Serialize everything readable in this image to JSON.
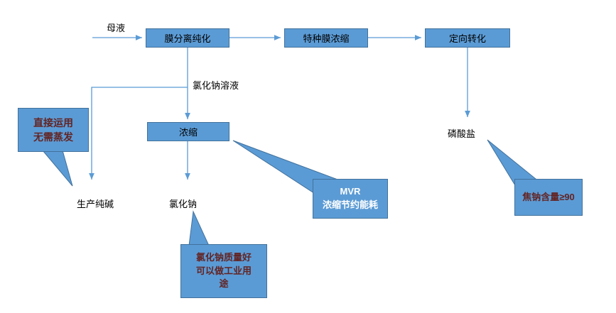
{
  "colors": {
    "box_fill": "#5b9bd5",
    "box_border": "#41719c",
    "line": "#5b9bd5",
    "node_text": "#000000",
    "callout_text_dark": "#632423",
    "callout_text_light": "#ffffff"
  },
  "nodes": {
    "mother_liquor": "母液",
    "membrane_separation": "膜分离纯化",
    "special_membrane": "特种膜浓缩",
    "directed_conversion": "定向转化",
    "nacl_solution": "氯化钠溶液",
    "concentration": "浓缩",
    "phosphate": "磷酸盐",
    "soda_ash": "生产纯碱",
    "nacl": "氯化钠"
  },
  "callouts": {
    "direct_use": {
      "lines": [
        "直接运用",
        "无需蒸发"
      ]
    },
    "mvr": {
      "lines": [
        "MVR",
        "浓缩节约能耗"
      ]
    },
    "pyro_sodium": {
      "text": "焦钠含量≥90"
    },
    "nacl_quality": {
      "lines": [
        "氯化钠质量好",
        "可以做工业用",
        "途"
      ]
    }
  }
}
